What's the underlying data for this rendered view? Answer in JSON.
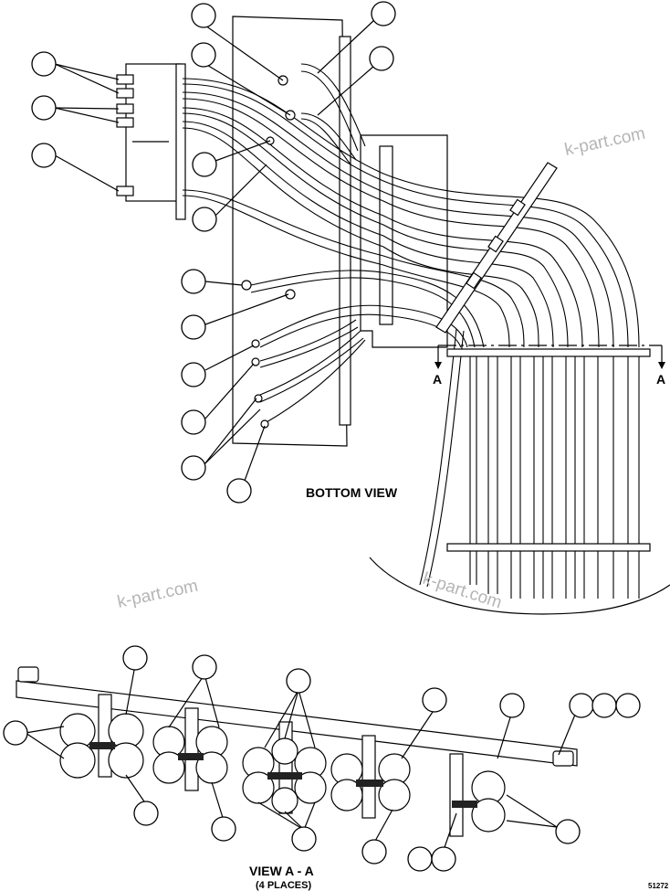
{
  "drawing": {
    "bottom_view_label": "BOTTOM VIEW",
    "section_marker_left": "A",
    "section_marker_right": "A",
    "view_aa_title": "VIEW A - A",
    "view_aa_subtitle": "(4 PLACES)",
    "drawing_number": "51272",
    "watermark_1": "k-part.com",
    "watermark_2": "k-part.com",
    "watermark_3": "k-part.com"
  }
}
